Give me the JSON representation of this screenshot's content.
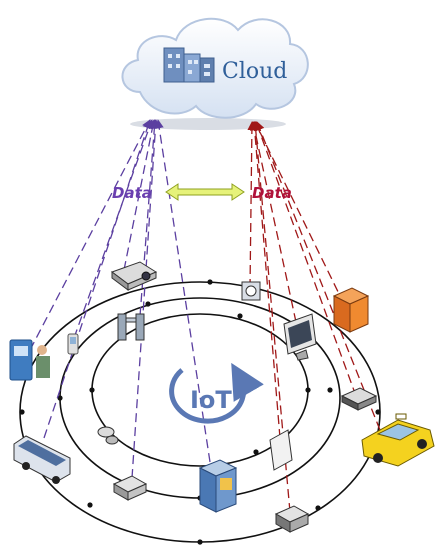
{
  "cloud": {
    "label": "Cloud"
  },
  "data_left": {
    "label": "Data"
  },
  "data_right": {
    "label": "Data"
  },
  "center": {
    "label": "IoT"
  },
  "colors": {
    "purple_link": "#5b3fa0",
    "red_link": "#a01818",
    "data_left_text": "#6a3fb0",
    "data_right_text": "#b0123a",
    "iot_text": "#5a78b4",
    "arrow_fill": "#e6f27a",
    "arrow_stroke": "#8fa01f",
    "ring": "#111111",
    "cloud_fill": "#eef3fb",
    "cloud_stroke": "#b5c6e0",
    "cloud_text": "#2f5f9a"
  },
  "devices": [
    {
      "name": "kiosk-icon"
    },
    {
      "name": "handheld-phone-icon"
    },
    {
      "name": "projector-icon"
    },
    {
      "name": "turnstile-gate-icon"
    },
    {
      "name": "camera-sensor-icon"
    },
    {
      "name": "monitor-icon"
    },
    {
      "name": "server-tower-icon"
    },
    {
      "name": "router-icon"
    },
    {
      "name": "taxi-icon"
    },
    {
      "name": "bus-icon"
    },
    {
      "name": "wearable-sensor-icon"
    },
    {
      "name": "printer-icon"
    },
    {
      "name": "vending-machine-icon"
    },
    {
      "name": "tablet-display-icon"
    },
    {
      "name": "office-printer-icon"
    }
  ]
}
